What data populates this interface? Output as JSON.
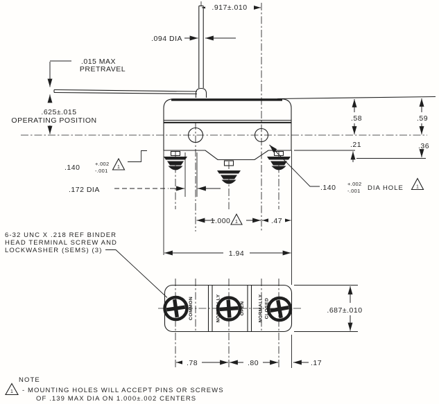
{
  "meta": {
    "ink": "#1f1f1f",
    "paper": "#fffefc"
  },
  "flag": {
    "number": "1"
  },
  "dims": {
    "plunger_offset": ".917±.010",
    "plunger_dia": ".094 DIA",
    "pretravel_l1": ".015 MAX",
    "pretravel_l2": "PRETRAVEL",
    "op_value": ".625±.015",
    "op_label": "OPERATING POSITION",
    "d58": ".58",
    "d59": ".59",
    "d21": ".21",
    "d36": ".36",
    "mount_base": ".140",
    "mount_plus": "+.002",
    "mount_minus": "-.001",
    "slot": ".172 DIA",
    "hole_suffix": "DIA HOLE",
    "spacing": "1.000",
    "d47": ".47",
    "width": "1.94",
    "term_height": ".687±.010",
    "d78": ".78",
    "d80": ".80",
    "d17": ".17"
  },
  "labels": {
    "screw_l1": "6-32 UNC X .218 REF BINDER",
    "screw_l2": "HEAD TERMINAL SCREW AND",
    "screw_l3": "LOCKWASHER (SEMS) (3)",
    "common": "COMMON",
    "normally": "NORMALLY",
    "open": "OPEN",
    "closed": "CLOSED"
  },
  "note": {
    "title": "NOTE",
    "l1": "- MOUNTING HOLES WILL ACCEPT PINS OR SCREWS",
    "l2": "OF .139 MAX DIA ON 1.000±.002 CENTERS"
  }
}
